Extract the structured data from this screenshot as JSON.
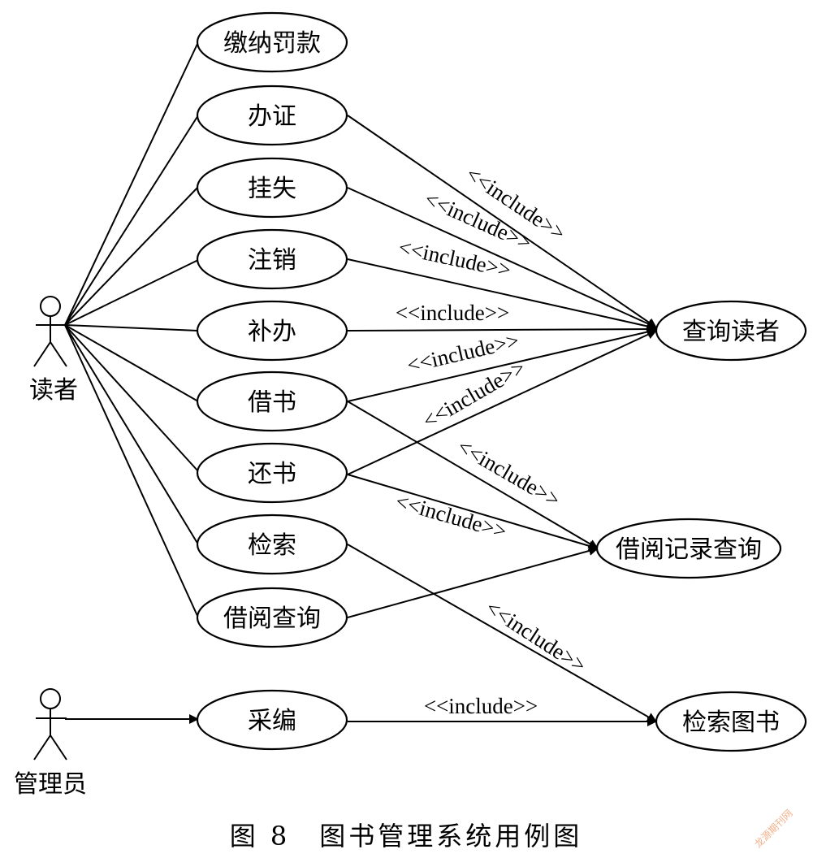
{
  "actors": {
    "reader": {
      "label": "读者"
    },
    "admin": {
      "label": "管理员"
    }
  },
  "use_cases": {
    "pay_fine": "缴纳罚款",
    "apply_card": "办证",
    "report_loss": "挂失",
    "cancel": "注销",
    "reissue": "补办",
    "borrow": "借书",
    "return_book": "还书",
    "search": "检索",
    "borrow_query": "借阅查询",
    "catalog": "采编",
    "query_reader": "查询读者",
    "borrow_record_query": "借阅记录查询",
    "search_book": "检索图书"
  },
  "include_label": "<<include>>",
  "caption": "图 8　图书管理系统用例图",
  "watermark": "龙源期刊网",
  "colors": {
    "stroke": "#000000",
    "background": "#ffffff",
    "watermark": "#f2b08a"
  }
}
